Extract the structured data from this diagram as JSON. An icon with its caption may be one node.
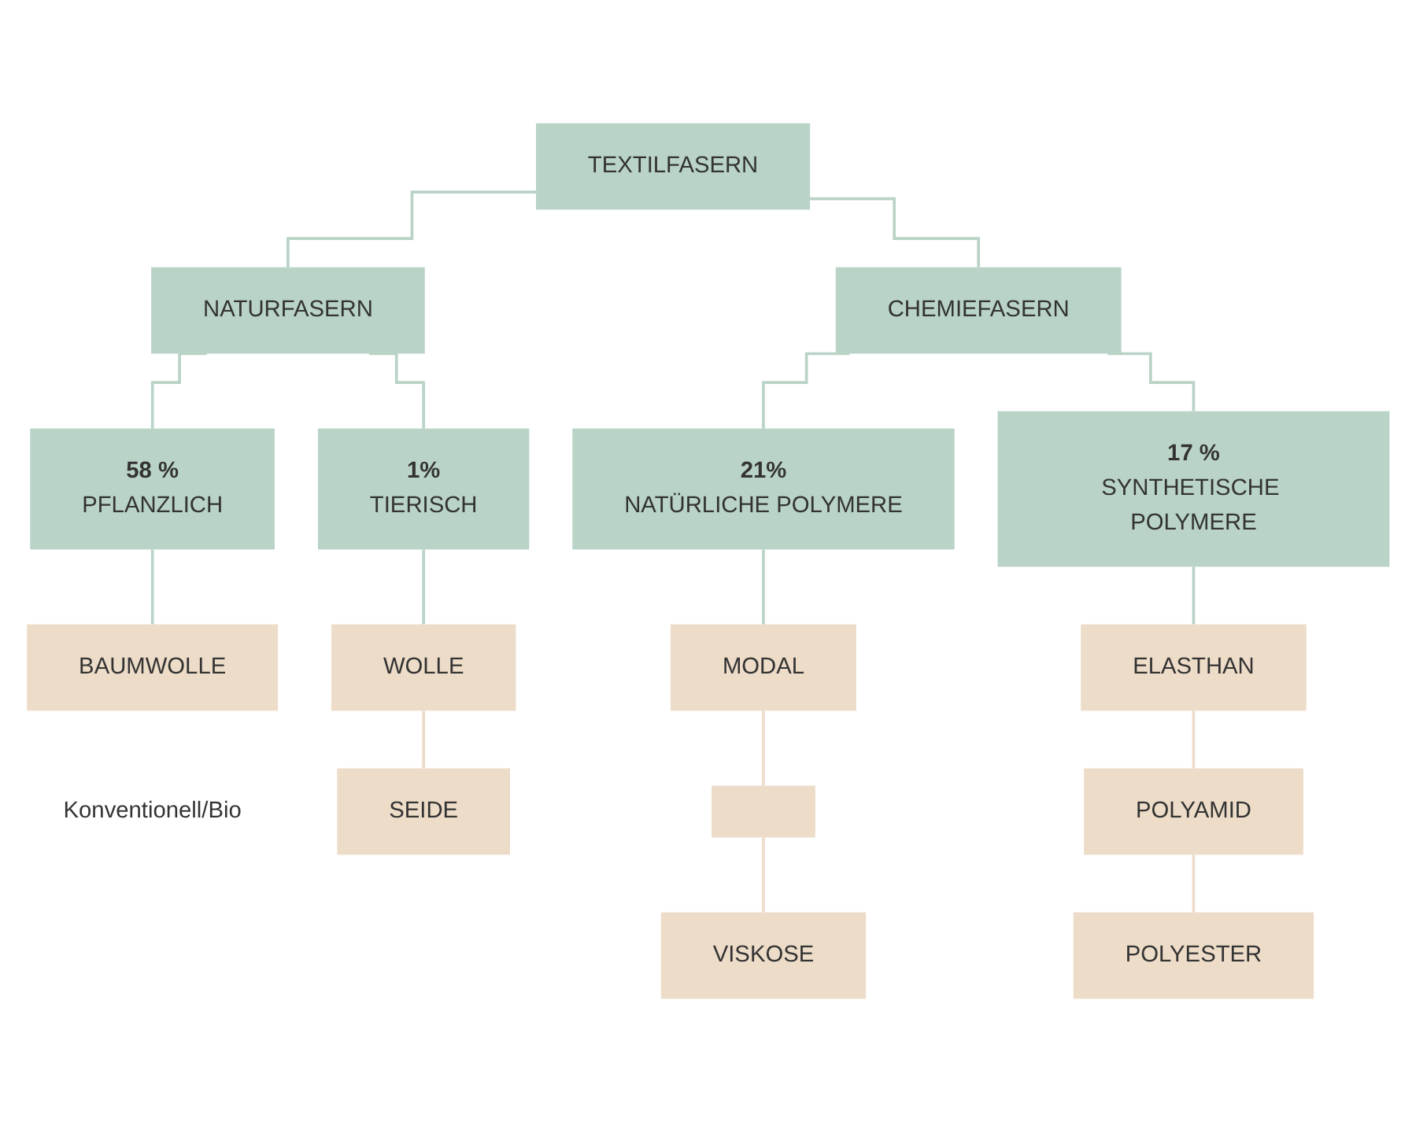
{
  "diagram": {
    "nodes": [
      {
        "text": [
          "TEXTILFASERN"
        ]
      },
      {
        "text": [
          "NATURFASERN"
        ]
      },
      {
        "text": [
          "CHEMIEFASERN"
        ]
      },
      {
        "text": [
          "58 %",
          "PFLANZLICH"
        ]
      },
      {
        "text": [
          "1%",
          "TIERISCH"
        ]
      },
      {
        "text": [
          "21%",
          "NATÜRLICHE POLYMERE"
        ]
      },
      {
        "text": [
          "17 %",
          "SYNTHETISCHE POLYMERE"
        ]
      },
      {
        "text": [
          "BAUMWOLLE"
        ],
        "beside": [
          "Konventionell/Bio"
        ]
      },
      {
        "text": [
          "WOLLE"
        ]
      },
      {
        "text": [
          "SEIDE"
        ]
      },
      {
        "text": [
          "MODAL"
        ]
      },
      {
        "text": [],
        "shape": "box"
      },
      {
        "text": [
          "VISKOSE"
        ]
      },
      {
        "text": [
          "ELASTHAN"
        ]
      },
      {
        "text": [
          "POLYAMID"
        ]
      },
      {
        "text": [
          "POLYESTER"
        ]
      }
    ],
    "edges": [
      {
        "from": 0,
        "to": 1,
        "arrow": "none"
      },
      {
        "from": 0,
        "to": 2,
        "arrow": "none"
      },
      {
        "from": 1,
        "to": 3,
        "arrow": "none"
      },
      {
        "from": 1,
        "to": 4,
        "arrow": "none"
      },
      {
        "from": 2,
        "to": 5,
        "arrow": "none"
      },
      {
        "from": 2,
        "to": 6,
        "arrow": "none"
      },
      {
        "from": 3,
        "to": 7,
        "arrow": "none"
      },
      {
        "from": 4,
        "to": 8,
        "arrow": "none"
      },
      {
        "from": 8,
        "to": 9,
        "arrow": "none",
        "color": "#ecdcc8"
      },
      {
        "from": 5,
        "to": 10,
        "arrow": "none"
      },
      {
        "from": 10,
        "to": 11,
        "arrow": "none",
        "color": "#ecdcc8"
      },
      {
        "from": 11,
        "to": 12,
        "arrow": "none",
        "color": "#ecdcc8"
      },
      {
        "from": 6,
        "to": 13,
        "arrow": "none"
      },
      {
        "from": 13,
        "to": 14,
        "arrow": "none",
        "color": "#ecdcc8"
      },
      {
        "from": 14,
        "to": 15,
        "arrow": "none",
        "color": "#ecdcc8"
      }
    ]
  }
}
